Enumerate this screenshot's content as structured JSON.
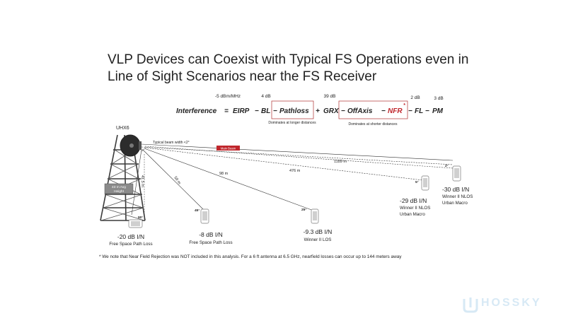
{
  "title": {
    "line1": "VLP Devices can Coexist with Typical FS Operations even in",
    "line2": "Line of Sight Scenarios near the FS Receiver"
  },
  "formula": {
    "eirp_value": "-5 dBm/MHz",
    "bl_value": "4 dB",
    "grx_value": "39 dB",
    "fl_value": "2 dB",
    "pm_value": "3 dB",
    "interference": "Interference",
    "equals": "=",
    "eirp": "EIRP",
    "minus1": "−",
    "bl": "BL",
    "minus2": "−",
    "pathloss": "Pathloss",
    "plus": "+",
    "grx": "GRX",
    "minus3": "−",
    "offaxis": "OffAxis",
    "minus4": "−",
    "nfr": "NFR",
    "asterisk": "*",
    "minus5": "−",
    "fl": "FL",
    "minus6": "−",
    "pm": "PM",
    "note_pathloss": "Dominates at longer distances",
    "note_offaxis": "Dominates at shorter distances"
  },
  "tower": {
    "name": "UHX6",
    "height": "41.5 m",
    "avg_height_label": "43 m Avg",
    "avg_height_label2": "Height"
  },
  "beam": {
    "width_label": "Typical beam width <2°",
    "main_beam_label": "Main Beam"
  },
  "paths": {
    "d1": "59 m",
    "d2": "98 m",
    "d3": "476 m",
    "d4": "1189 m"
  },
  "angles": {
    "a1": "90°",
    "a2": "45°",
    "a3": "25°",
    "a4": "5°",
    "a5": "2°",
    "tower_angle": "2°"
  },
  "devices": [
    {
      "iin": "-20 dB I/N",
      "desc1": "Free Space Path Loss",
      "desc2": ""
    },
    {
      "iin": "-8 dB I/N",
      "desc1": "Free Space Path Loss",
      "desc2": ""
    },
    {
      "iin": "-9.3 dB I/N",
      "desc1": "Winner II LOS",
      "desc2": ""
    },
    {
      "iin": "-29 dB I/N",
      "desc1": "Winner II NLOS",
      "desc2": "Urban Macro"
    },
    {
      "iin": "-30 dB I/N",
      "desc1": "Winner II NLOS",
      "desc2": "Urban Macro"
    }
  ],
  "footnote": "* We note that Near Field Rejection was NOT included in this analysis.  For a 6 ft antenna at 6.5 GHz, nearfield losses can occur up to 144 meters away",
  "watermark": "HOSSKY",
  "colors": {
    "text": "#222222",
    "nfr": "#c0262c",
    "main_beam": "#c0262c",
    "box_border": "#b03030",
    "tower": "#3a3a3a",
    "line": "#333333",
    "watermark": "#d7e9f5"
  }
}
